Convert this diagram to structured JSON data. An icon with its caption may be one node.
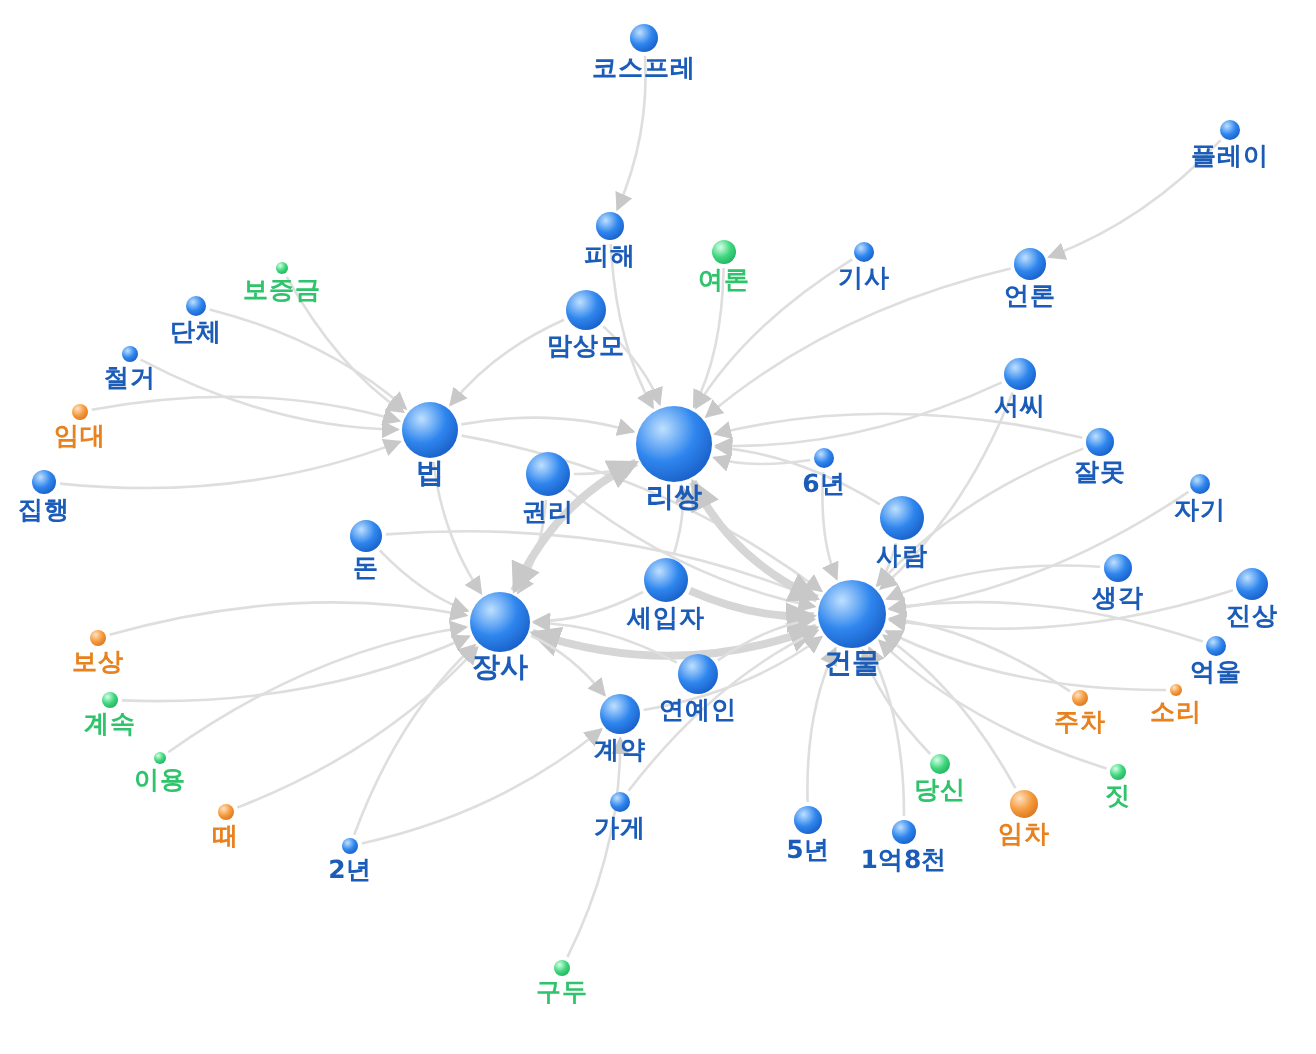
{
  "diagram": {
    "nodes": [
      {
        "text": [
          "코스프레"
        ]
      },
      {
        "text": [
          "피해"
        ]
      },
      {
        "text": [
          "여론"
        ]
      },
      {
        "text": [
          "기사"
        ]
      },
      {
        "text": [
          "플레이"
        ]
      },
      {
        "text": [
          "언론"
        ]
      },
      {
        "text": [
          "보증금"
        ]
      },
      {
        "text": [
          "단체"
        ]
      },
      {
        "text": [
          "맘상모"
        ]
      },
      {
        "text": [
          "철거"
        ]
      },
      {
        "text": [
          "서씨"
        ]
      },
      {
        "text": [
          "임대"
        ]
      },
      {
        "text": [
          "법"
        ]
      },
      {
        "text": [
          "리쌍"
        ]
      },
      {
        "text": [
          "잘못"
        ]
      },
      {
        "text": [
          "6년"
        ]
      },
      {
        "text": [
          "권리"
        ]
      },
      {
        "text": [
          "집행"
        ]
      },
      {
        "text": [
          "자기"
        ]
      },
      {
        "text": [
          "사람"
        ]
      },
      {
        "text": [
          "돈"
        ]
      },
      {
        "text": [
          "진상"
        ]
      },
      {
        "text": [
          "생각"
        ]
      },
      {
        "text": [
          "장사"
        ]
      },
      {
        "text": [
          "세입자"
        ]
      },
      {
        "text": [
          "건물"
        ]
      },
      {
        "text": [
          "억울"
        ]
      },
      {
        "text": [
          "보상"
        ]
      },
      {
        "text": [
          "연예인"
        ]
      },
      {
        "text": [
          "계속"
        ]
      },
      {
        "text": [
          "주차"
        ]
      },
      {
        "text": [
          "소리"
        ]
      },
      {
        "text": [
          "계약"
        ]
      },
      {
        "text": [
          "이용"
        ]
      },
      {
        "text": [
          "당신"
        ]
      },
      {
        "text": [
          "짓"
        ]
      },
      {
        "text": [
          "때"
        ]
      },
      {
        "text": [
          "임차"
        ]
      },
      {
        "text": [
          "5년"
        ]
      },
      {
        "text": [
          "가게"
        ]
      },
      {
        "text": [
          "1억8천"
        ]
      },
      {
        "text": [
          "2년"
        ]
      },
      {
        "text": [
          "구두"
        ]
      }
    ],
    "edges": [
      {
        "from": 0,
        "to": 1,
        "arrow": "to"
      },
      {
        "from": 1,
        "to": 13,
        "arrow": "to"
      },
      {
        "from": 2,
        "to": 13,
        "arrow": "to"
      },
      {
        "from": 3,
        "to": 13,
        "arrow": "to"
      },
      {
        "from": 4,
        "to": 5,
        "arrow": "to"
      },
      {
        "from": 5,
        "to": 13,
        "arrow": "to"
      },
      {
        "from": 10,
        "to": 13,
        "arrow": "to"
      },
      {
        "from": 14,
        "to": 13,
        "arrow": "to"
      },
      {
        "from": 15,
        "to": 13,
        "arrow": "to"
      },
      {
        "from": 8,
        "to": 12,
        "arrow": "to"
      },
      {
        "from": 8,
        "to": 13,
        "arrow": "to"
      },
      {
        "from": 6,
        "to": 12,
        "arrow": "to"
      },
      {
        "from": 7,
        "to": 12,
        "arrow": "to"
      },
      {
        "from": 9,
        "to": 12,
        "arrow": "to"
      },
      {
        "from": 11,
        "to": 12,
        "arrow": "to"
      },
      {
        "from": 17,
        "to": 12,
        "arrow": "to"
      },
      {
        "from": 12,
        "to": 13,
        "arrow": "to"
      },
      {
        "from": 12,
        "to": 23,
        "arrow": "to"
      },
      {
        "from": 12,
        "to": 25,
        "arrow": "to"
      },
      {
        "from": 20,
        "to": 23,
        "arrow": "to"
      },
      {
        "from": 20,
        "to": 25,
        "arrow": "to"
      },
      {
        "from": 16,
        "to": 13,
        "arrow": "to"
      },
      {
        "from": 16,
        "to": 23,
        "arrow": "to"
      },
      {
        "from": 16,
        "to": 25,
        "arrow": "to"
      },
      {
        "from": 13,
        "to": 25,
        "arrow": "both",
        "style": "thick"
      },
      {
        "from": 13,
        "to": 23,
        "arrow": "both",
        "style": "thick"
      },
      {
        "from": 23,
        "to": 25,
        "arrow": "both",
        "style": "thick"
      },
      {
        "from": 24,
        "to": 25,
        "arrow": "to",
        "style": "thick"
      },
      {
        "from": 24,
        "to": 23,
        "arrow": "to"
      },
      {
        "from": 24,
        "to": 13,
        "arrow": "to"
      },
      {
        "from": 28,
        "to": 25,
        "arrow": "to"
      },
      {
        "from": 28,
        "to": 23,
        "arrow": "to"
      },
      {
        "from": 19,
        "to": 25,
        "arrow": "to"
      },
      {
        "from": 19,
        "to": 13,
        "arrow": "to"
      },
      {
        "from": 10,
        "to": 25,
        "arrow": "to"
      },
      {
        "from": 22,
        "to": 25,
        "arrow": "to"
      },
      {
        "from": 21,
        "to": 25,
        "arrow": "to"
      },
      {
        "from": 26,
        "to": 25,
        "arrow": "to"
      },
      {
        "from": 18,
        "to": 25,
        "arrow": "to"
      },
      {
        "from": 14,
        "to": 25,
        "arrow": "to"
      },
      {
        "from": 31,
        "to": 25,
        "arrow": "to"
      },
      {
        "from": 30,
        "to": 25,
        "arrow": "to"
      },
      {
        "from": 35,
        "to": 25,
        "arrow": "to"
      },
      {
        "from": 37,
        "to": 25,
        "arrow": "to"
      },
      {
        "from": 34,
        "to": 25,
        "arrow": "to"
      },
      {
        "from": 40,
        "to": 25,
        "arrow": "to"
      },
      {
        "from": 38,
        "to": 25,
        "arrow": "to"
      },
      {
        "from": 15,
        "to": 25,
        "arrow": "to"
      },
      {
        "from": 27,
        "to": 23,
        "arrow": "to"
      },
      {
        "from": 29,
        "to": 23,
        "arrow": "to"
      },
      {
        "from": 33,
        "to": 23,
        "arrow": "to"
      },
      {
        "from": 36,
        "to": 23,
        "arrow": "to"
      },
      {
        "from": 41,
        "to": 23,
        "arrow": "to"
      },
      {
        "from": 41,
        "to": 32,
        "arrow": "to"
      },
      {
        "from": 23,
        "to": 32,
        "arrow": "to"
      },
      {
        "from": 32,
        "to": 25,
        "arrow": "to"
      },
      {
        "from": 39,
        "to": 25,
        "arrow": "to"
      },
      {
        "from": 42,
        "to": 32,
        "arrow": "to"
      }
    ]
  }
}
